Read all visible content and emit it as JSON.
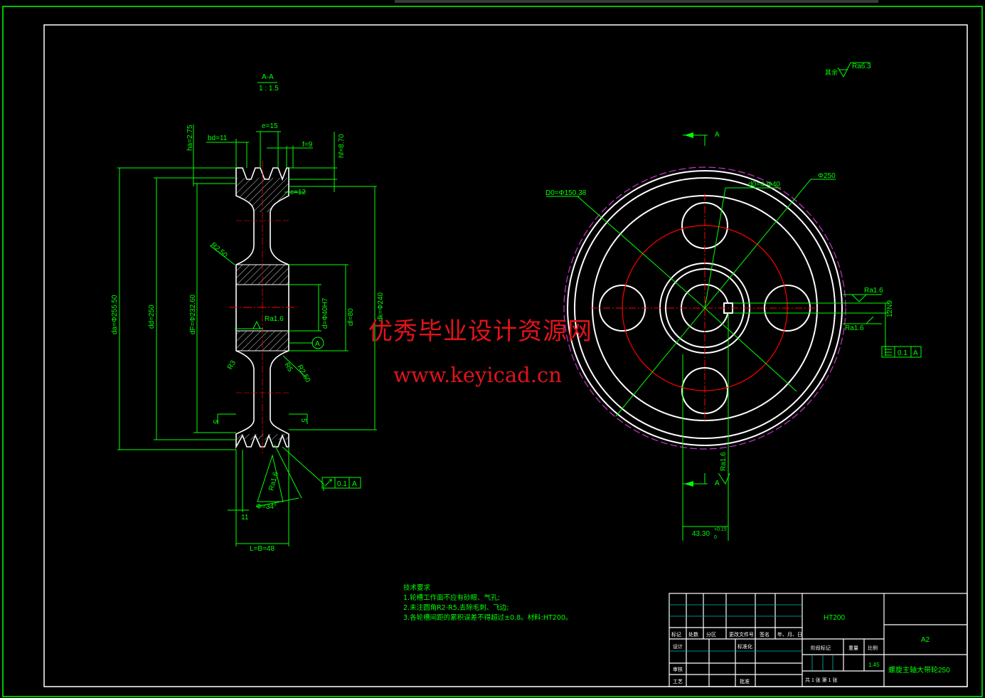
{
  "section_view": {
    "title": "A-A",
    "scale": "1 : 1.5",
    "dims": {
      "ha": "ha=2.75",
      "bd": "bd=11",
      "e": "e=15",
      "f": "f=9",
      "hf": "hf=8.70",
      "c": "c=12",
      "da": "da=Φ255.50",
      "dd": "dd=250",
      "df": "dF=Φ232.60",
      "d": "d=Φ40H7",
      "dl": "dl=80",
      "dk": "dk=Φ240",
      "r250a": "R2.50",
      "r250b": "R2.50",
      "r3": "R3",
      "r5": "R5",
      "five_a": "5",
      "five_b": "5",
      "ra_bore": "Ra1.6",
      "ra_groove": "Ra1.6",
      "phi": "Φ=34°",
      "eleven": "11",
      "L": "L=B=48",
      "tol_value": "0.1",
      "tol_datum": "A",
      "datum_circle": "A"
    }
  },
  "front_view": {
    "d0": "D0=Φ150.38",
    "holes": "d0=4-Φ40",
    "outer": "Φ250",
    "ra_top": "Ra1.6",
    "ra_bottom": "Ra1.6",
    "ra_key": "Ra1.6",
    "key_width": "12N9",
    "flat_val": "0.1",
    "flat_datum": "A",
    "section_marker_top": "A",
    "section_marker_bottom": "A",
    "keyway": "43.30",
    "keyway_tol_top": "+0.15",
    "keyway_tol_bottom": "0"
  },
  "surface_finish": {
    "label": "其余",
    "value": "Ra6.3"
  },
  "technical_notes": {
    "heading": "技术要求",
    "items": [
      "1.轮槽工作面不应有砂眼、气孔;",
      "2.未注圆角R2-R5,去除毛刺、飞边;",
      "3.各轮槽间距的累积误差不得超过±0.8。材料:HT200。"
    ]
  },
  "title_block": {
    "material": "HT200",
    "sheet_size": "A2",
    "part_name": "螺旋主轴大带轮250",
    "weight": "1.45",
    "row_labels": [
      "标记",
      "处数",
      "分区",
      "更改文件号",
      "签名",
      "年、月、日"
    ],
    "design": "设计",
    "standard": "标准化",
    "review": "审核",
    "process": "工艺",
    "approve": "批准",
    "stage_mark": "阶段标记",
    "mass": "重量",
    "scale": "比例",
    "sheets": "共  1  张  第  1  张"
  },
  "watermark": {
    "cn": "优秀毕业设计资源网",
    "url": "www.keyicad.cn"
  },
  "colors": {
    "line": "#00ff00",
    "part": "#ffffff",
    "center": "#ff0000",
    "hidden": "#cc33cc",
    "frame": "#00ff00"
  }
}
